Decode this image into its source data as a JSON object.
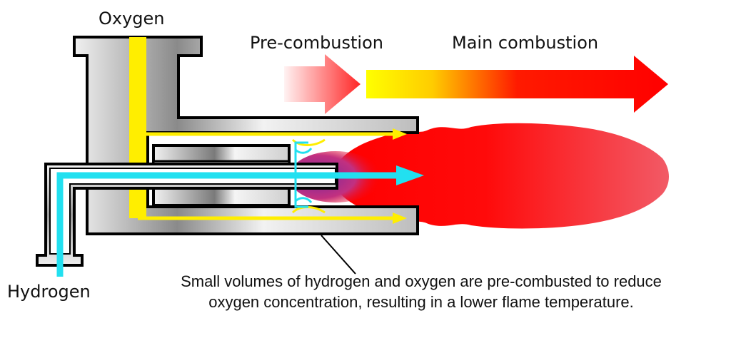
{
  "labels": {
    "oxygen": "Oxygen",
    "hydrogen": "Hydrogen",
    "pre_combustion": "Pre-combustion",
    "main_combustion": "Main combustion"
  },
  "caption": {
    "line1": "Small volumes of hydrogen and oxygen are pre-combusted to reduce",
    "line2": "oxygen concentration, resulting in a lower flame temperature."
  },
  "colors": {
    "oxygen_stream": "#ffee00",
    "hydrogen_stream": "#22e0f0",
    "flame": "#ff0000",
    "outline": "#000000",
    "metal": "#c8c8c8"
  }
}
